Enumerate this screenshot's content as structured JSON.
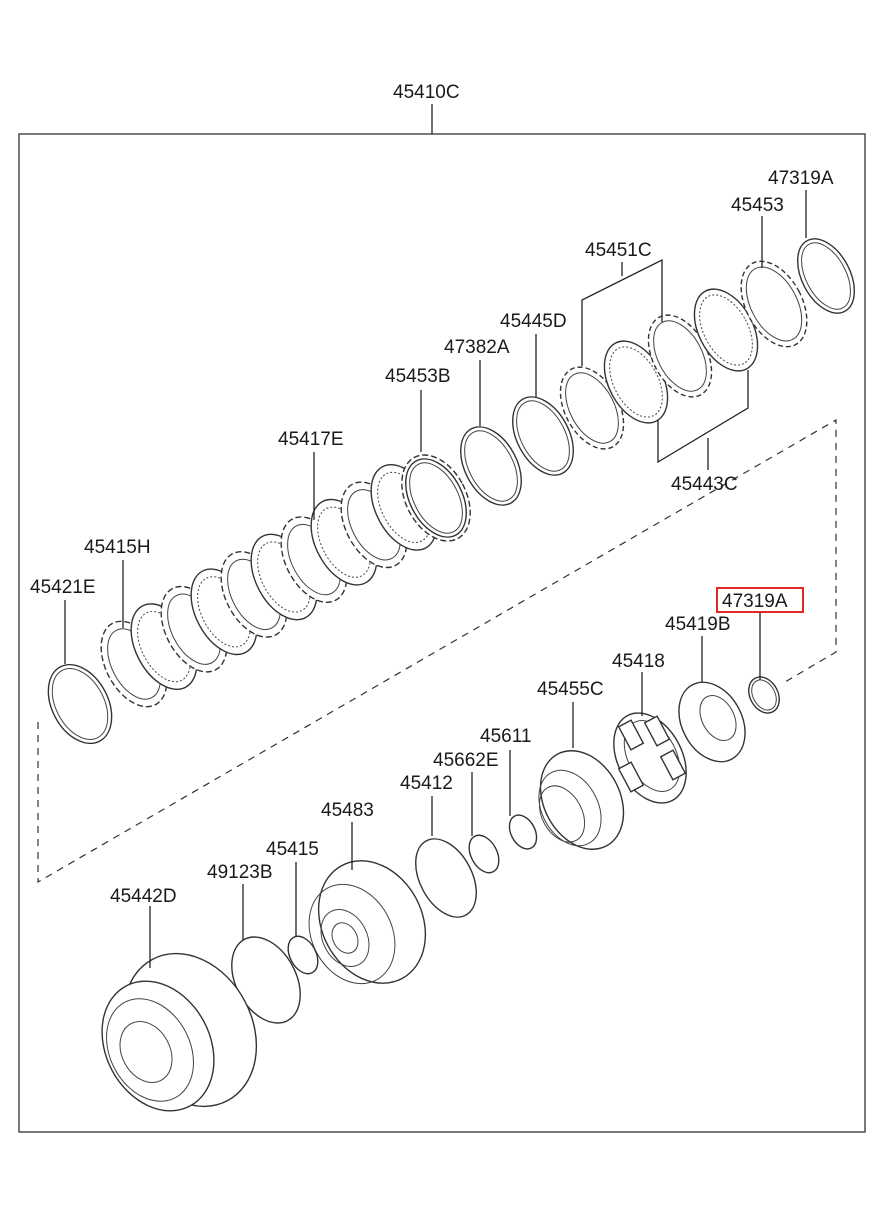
{
  "diagram": {
    "labels": {
      "assembly": "45410C",
      "snap_ring_top": "47319A",
      "plate_45453": "45453",
      "disc_set_45451C": "45451C",
      "ring_45445D": "45445D",
      "snap_ring_47382A": "47382A",
      "plate_45453B": "45453B",
      "disc_45417E": "45417E",
      "plate_45443C": "45443C",
      "plate_45415H": "45415H",
      "ring_45421E": "45421E",
      "snap_ring_highlighted": "47319A",
      "retainer_45419B": "45419B",
      "spring_45418": "45418",
      "piston_45455C": "45455C",
      "oring_45611": "45611",
      "oring_45662E": "45662E",
      "seal_45412": "45412",
      "hub_45483": "45483",
      "seal_45415": "45415",
      "seal_49123B": "49123B",
      "drum_45442D": "45442D"
    },
    "highlight_color": "#e0282a"
  }
}
